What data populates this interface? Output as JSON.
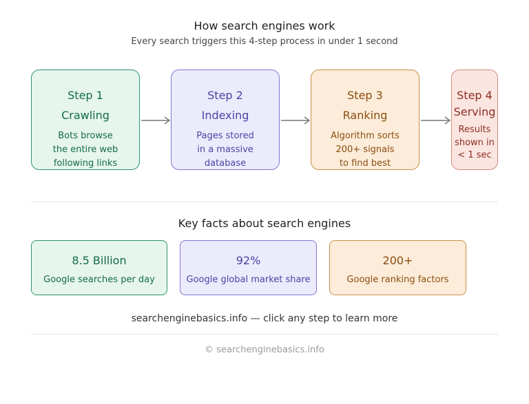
{
  "header": {
    "title": "How search engines work",
    "subtitle": "Every search triggers this 4-step process in under 1 second"
  },
  "steps": [
    {
      "number": "Step 1",
      "name": "Crawling",
      "description": "Bots browse\nthe entire web\nfollowing links",
      "color": "#136b47"
    },
    {
      "number": "Step 2",
      "name": "Indexing",
      "description": "Pages stored\nin a massive\ndatabase",
      "color": "#4a43a3"
    },
    {
      "number": "Step 3",
      "name": "Ranking",
      "description": "Algorithm sorts\n200+ signals\nto find best",
      "color": "#8a4d10"
    },
    {
      "number": "Step 4",
      "name": "Serving",
      "description": "Results\nshown in\n< 1 sec",
      "color": "#8c2e20"
    }
  ],
  "facts": {
    "title": "Key facts about search engines",
    "items": [
      {
        "value": "8.5 Billion",
        "label": "Google searches per day"
      },
      {
        "value": "92%",
        "label": "Google global market share"
      },
      {
        "value": "200+",
        "label": "Google ranking factors"
      }
    ]
  },
  "cta": "searchenginebasics.info — click any step to learn more",
  "footer": "© searchenginebasics.info",
  "colors": {
    "arrow": "#777777",
    "divider": "#e4e4e4"
  }
}
